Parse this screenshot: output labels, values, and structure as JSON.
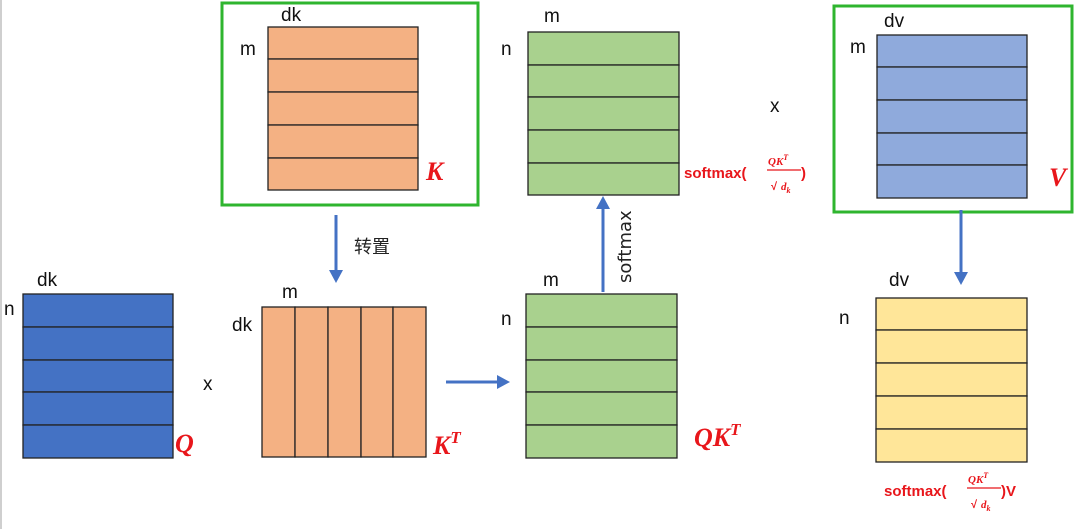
{
  "colors": {
    "orange": "#f4b183",
    "green": "#a9d18e",
    "blue_light": "#8faadc",
    "blue_dark": "#4472c4",
    "yellow": "#ffe699",
    "frame": "#2fb52f",
    "arrow": "#4472c4",
    "red": "#e8161b"
  },
  "K": {
    "dim_cols": "dk",
    "dim_rows": "m",
    "name": "K"
  },
  "V": {
    "dim_cols": "dv",
    "dim_rows": "m",
    "name": "V"
  },
  "Q": {
    "dim_cols": "dk",
    "dim_rows": "n",
    "name": "Q"
  },
  "KT": {
    "dim_cols": "m",
    "dim_rows": "dk",
    "name": "K",
    "sup": "T"
  },
  "QKT": {
    "dim_cols": "m",
    "dim_rows": "n",
    "name": "QK",
    "sup": "T"
  },
  "softmax_matrix": {
    "dim_cols": "m",
    "dim_rows": "n",
    "label_prefix": "softmax(",
    "num": "QK",
    "num_sup": "T",
    "den_root": "√",
    "den_d": "d",
    "den_sub": "k",
    "label_suffix": ")"
  },
  "output": {
    "dim_cols": "dv",
    "dim_rows": "n",
    "label_prefix": "softmax(",
    "num": "QK",
    "num_sup": "T",
    "den_root": "√",
    "den_d": "d",
    "den_sub": "k",
    "label_suffix": ")V"
  },
  "ops": {
    "multiply_1": "x",
    "multiply_2": "x"
  },
  "arrows": {
    "transpose_label": "转置",
    "softmax_label": "softmax"
  }
}
